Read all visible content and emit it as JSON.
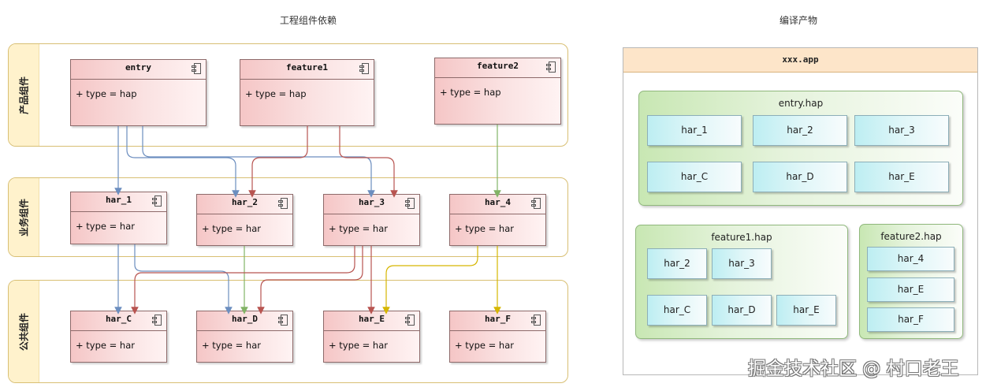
{
  "left_title": "工程组件依赖",
  "right_title": "编译产物",
  "lanes": [
    {
      "label": "产品组件"
    },
    {
      "label": "业务组件"
    },
    {
      "label": "公共组件"
    }
  ],
  "components": [
    {
      "name": "entry",
      "attr": "+ type = hap"
    },
    {
      "name": "feature1",
      "attr": "+ type = hap"
    },
    {
      "name": "feature2",
      "attr": "+ type = hap"
    },
    {
      "name": "har_1",
      "attr": "+ type = har"
    },
    {
      "name": "har_2",
      "attr": "+ type = har"
    },
    {
      "name": "har_3",
      "attr": "+ type = har"
    },
    {
      "name": "har_4",
      "attr": "+ type = har"
    },
    {
      "name": "har_C",
      "attr": "+ type = har"
    },
    {
      "name": "har_D",
      "attr": "+ type = har"
    },
    {
      "name": "har_E",
      "attr": "+ type = har"
    },
    {
      "name": "har_F",
      "attr": "+ type = har"
    }
  ],
  "edge_colors": {
    "blue": "#6c8ebf",
    "red": "#b85450",
    "green": "#82b366",
    "yellow": "#d6b600"
  },
  "app": {
    "title": "xxx.app",
    "haps": [
      {
        "title": "entry.hap",
        "items": [
          "har_1",
          "har_2",
          "har_3",
          "har_C",
          "har_D",
          "har_E"
        ]
      },
      {
        "title": "feature1.hap",
        "items": [
          "har_2",
          "har_3",
          "har_C",
          "har_D",
          "har_E"
        ]
      },
      {
        "title": "feature2.hap",
        "items": [
          "har_4",
          "har_E",
          "har_F"
        ]
      }
    ]
  },
  "watermark": "掘金技术社区 @ 村口老王"
}
